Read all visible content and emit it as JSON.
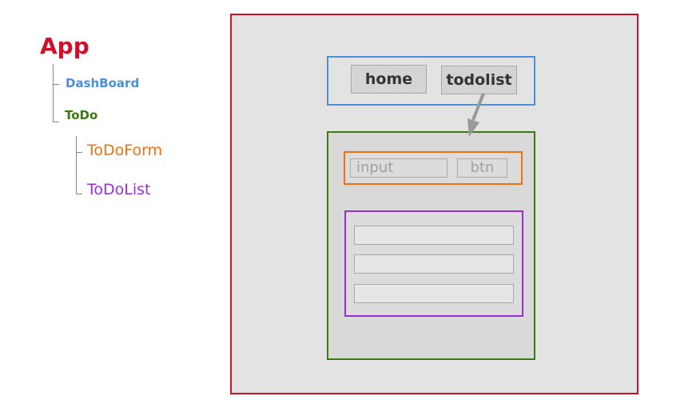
{
  "tree": {
    "app": "App",
    "dashboard": "DashBoard",
    "todo": "ToDo",
    "todoform": "ToDoForm",
    "todolist": "ToDoList"
  },
  "mockup": {
    "nav": {
      "home": "home",
      "todolist": "todolist"
    },
    "form": {
      "input_placeholder": "input",
      "button": "btn"
    },
    "list_rows": 3
  },
  "colors": {
    "app": "#d0102a",
    "dashboard": "#4a90d9",
    "todo": "#3a7a10",
    "todoform": "#f07010",
    "todolist": "#9b2de0"
  }
}
